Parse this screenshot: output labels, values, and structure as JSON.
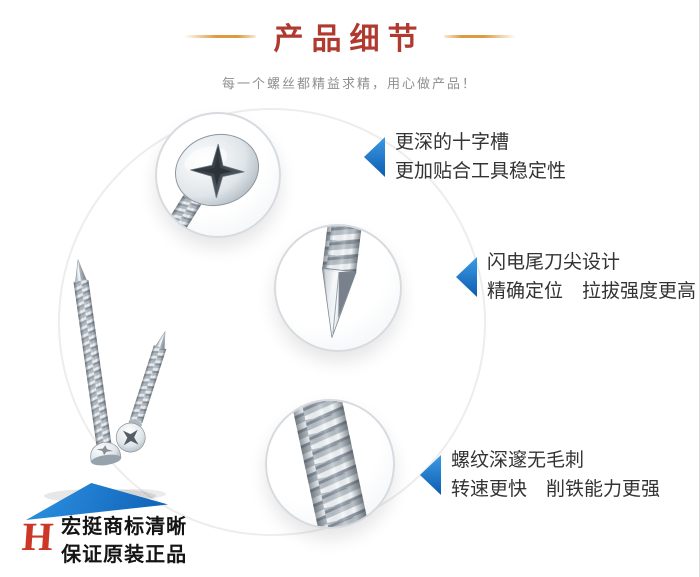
{
  "header": {
    "title": "产品细节",
    "subtitle": "每一个螺丝都精益求精，用心做产品！"
  },
  "callouts": [
    {
      "line1": "更深的十字槽",
      "line2": "更加贴合工具稳定性"
    },
    {
      "line1": "闪电尾刀尖设计",
      "line2": "精确定位　拉拔强度更高"
    },
    {
      "line1": "螺纹深邃无毛刺",
      "line2": "转速更快　削铁能力更强"
    }
  ],
  "brand": {
    "logo": "H",
    "line1": "宏挺商标清晰",
    "line2": "保证原装正品"
  },
  "colors": {
    "title_red": "#b03a30",
    "accent_orange": "#dd9a3e",
    "arrow_blue": "#1878cc",
    "text_dark": "#333333",
    "subtitle_gray": "#8f8f8f"
  }
}
